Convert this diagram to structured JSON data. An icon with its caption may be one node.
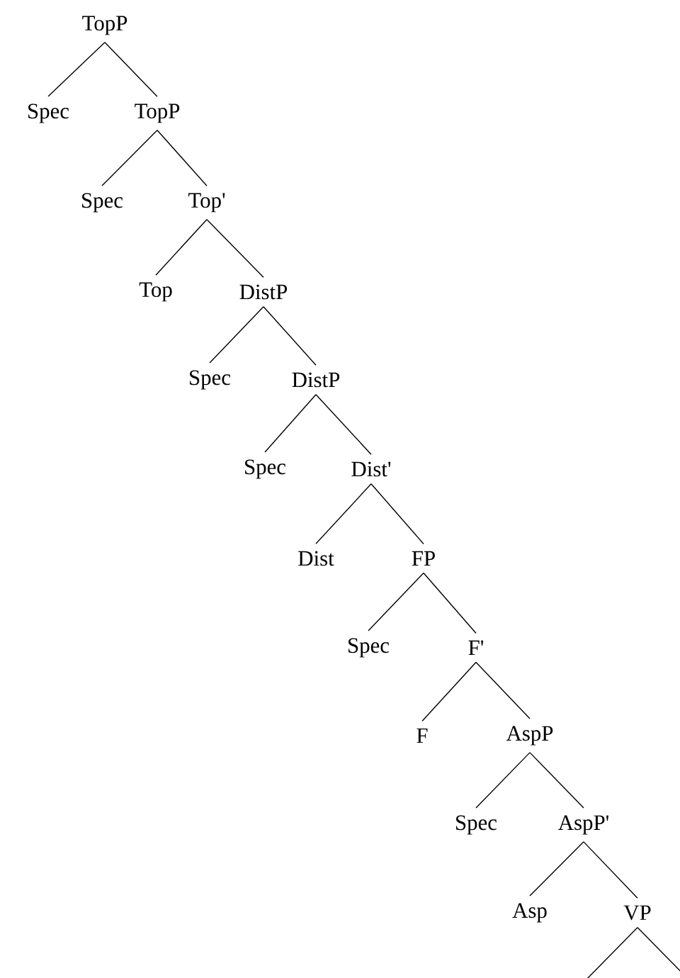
{
  "diagram": {
    "nodes": [
      {
        "text": [
          "TopP"
        ]
      },
      {
        "text": [
          "Spec"
        ]
      },
      {
        "text": [
          "TopP"
        ]
      },
      {
        "text": [
          "Spec"
        ]
      },
      {
        "text": [
          "Top'"
        ]
      },
      {
        "text": [
          "Top"
        ]
      },
      {
        "text": [
          "DistP"
        ]
      },
      {
        "text": [
          "Spec"
        ]
      },
      {
        "text": [
          "DistP"
        ]
      },
      {
        "text": [
          "Spec"
        ]
      },
      {
        "text": [
          "Dist'"
        ]
      },
      {
        "text": [
          "Dist"
        ]
      },
      {
        "text": [
          "FP"
        ]
      },
      {
        "text": [
          "Spec"
        ]
      },
      {
        "text": [
          "F'"
        ]
      },
      {
        "text": [
          "F"
        ]
      },
      {
        "text": [
          "AspP"
        ]
      },
      {
        "text": [
          "Spec"
        ]
      },
      {
        "text": [
          "AspP'"
        ]
      },
      {
        "text": [
          "Asp"
        ]
      },
      {
        "text": [
          "VP"
        ]
      }
    ],
    "edges": [
      {
        "from": 0,
        "to": 1,
        "arrow": "none"
      },
      {
        "from": 0,
        "to": 2,
        "arrow": "none"
      },
      {
        "from": 2,
        "to": 3,
        "arrow": "none"
      },
      {
        "from": 2,
        "to": 4,
        "arrow": "none"
      },
      {
        "from": 4,
        "to": 5,
        "arrow": "none"
      },
      {
        "from": 4,
        "to": 6,
        "arrow": "none"
      },
      {
        "from": 6,
        "to": 7,
        "arrow": "none"
      },
      {
        "from": 6,
        "to": 8,
        "arrow": "none"
      },
      {
        "from": 8,
        "to": 9,
        "arrow": "none"
      },
      {
        "from": 8,
        "to": 10,
        "arrow": "none"
      },
      {
        "from": 10,
        "to": 11,
        "arrow": "none"
      },
      {
        "from": 10,
        "to": 12,
        "arrow": "none"
      },
      {
        "from": 12,
        "to": 13,
        "arrow": "none"
      },
      {
        "from": 12,
        "to": 14,
        "arrow": "none"
      },
      {
        "from": 14,
        "to": 15,
        "arrow": "none"
      },
      {
        "from": 14,
        "to": 16,
        "arrow": "none"
      },
      {
        "from": 16,
        "to": 17,
        "arrow": "none"
      },
      {
        "from": 16,
        "to": 18,
        "arrow": "none"
      },
      {
        "from": 18,
        "to": 19,
        "arrow": "none"
      },
      {
        "from": 18,
        "to": 20,
        "arrow": "none"
      },
      {
        "from": 20,
        "to": null,
        "arrow": "none"
      },
      {
        "from": 20,
        "to": null,
        "arrow": "none"
      }
    ]
  }
}
